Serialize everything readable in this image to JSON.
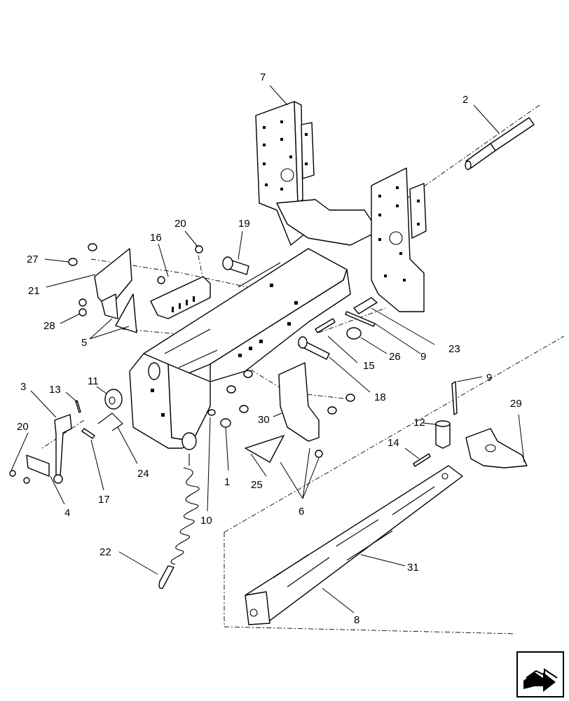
{
  "diagram": {
    "callouts": [
      {
        "id": "c1",
        "label": "1"
      },
      {
        "id": "c2",
        "label": "2"
      },
      {
        "id": "c3",
        "label": "3"
      },
      {
        "id": "c4",
        "label": "4"
      },
      {
        "id": "c5",
        "label": "5"
      },
      {
        "id": "c6",
        "label": "6"
      },
      {
        "id": "c7",
        "label": "7"
      },
      {
        "id": "c8",
        "label": "8"
      },
      {
        "id": "c9a",
        "label": "9"
      },
      {
        "id": "c9b",
        "label": "9"
      },
      {
        "id": "c10",
        "label": "10"
      },
      {
        "id": "c11",
        "label": "11"
      },
      {
        "id": "c12",
        "label": "12"
      },
      {
        "id": "c13",
        "label": "13"
      },
      {
        "id": "c14",
        "label": "14"
      },
      {
        "id": "c15",
        "label": "15"
      },
      {
        "id": "c16",
        "label": "16"
      },
      {
        "id": "c17",
        "label": "17"
      },
      {
        "id": "c18",
        "label": "18"
      },
      {
        "id": "c19",
        "label": "19"
      },
      {
        "id": "c20a",
        "label": "20"
      },
      {
        "id": "c20b",
        "label": "20"
      },
      {
        "id": "c21",
        "label": "21"
      },
      {
        "id": "c22",
        "label": "22"
      },
      {
        "id": "c23",
        "label": "23"
      },
      {
        "id": "c24",
        "label": "24"
      },
      {
        "id": "c25",
        "label": "25"
      },
      {
        "id": "c26",
        "label": "26"
      },
      {
        "id": "c27",
        "label": "27"
      },
      {
        "id": "c28",
        "label": "28"
      },
      {
        "id": "c29",
        "label": "29"
      },
      {
        "id": "c30",
        "label": "30"
      },
      {
        "id": "c31",
        "label": "31"
      }
    ]
  },
  "navigation": {
    "icon": "next-page-arrow-icon"
  }
}
